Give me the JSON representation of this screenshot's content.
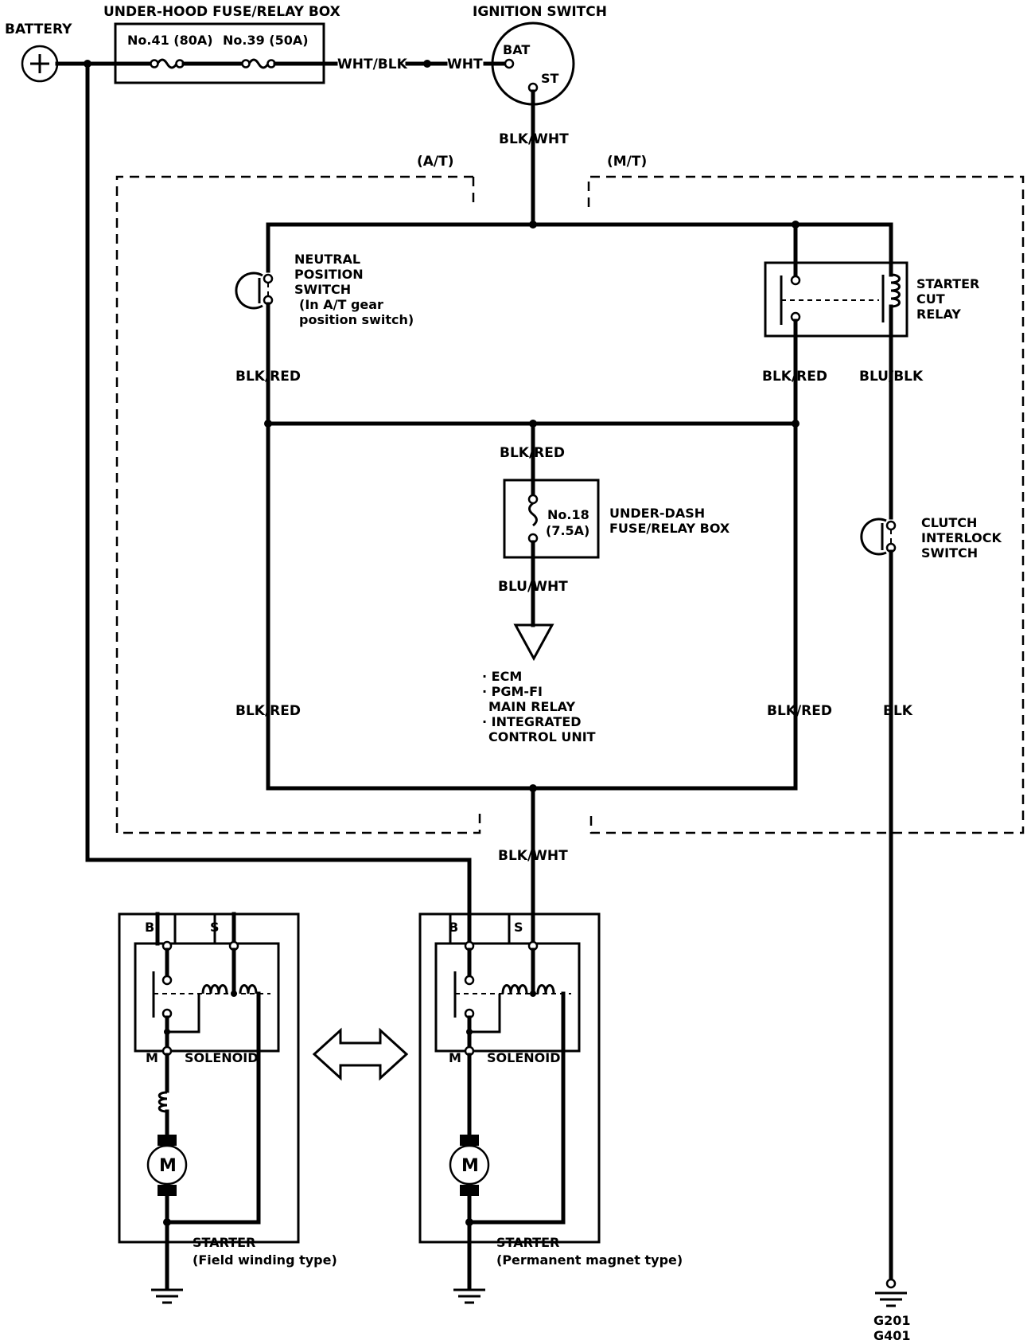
{
  "battery": {
    "label": "BATTERY"
  },
  "underhood_box": {
    "title": "UNDER-HOOD FUSE/RELAY BOX",
    "fuse1": "No.41 (80A)",
    "fuse2": "No.39 (50A)"
  },
  "wires": {
    "wht_blk": "WHT/BLK",
    "wht": "WHT",
    "blk_wht_top": "BLK/WHT",
    "blk_wht_bottom": "BLK/WHT",
    "blk_red_nps": "BLK/RED",
    "blk_red_relay": "BLK/RED",
    "blu_blk": "BLU/BLK",
    "blk_red_fuse": "BLK/RED",
    "blu_wht": "BLU/WHT",
    "blk_red_left": "BLK/RED",
    "blk_red_right": "BLK/RED",
    "blk": "BLK"
  },
  "ignition": {
    "title": "IGNITION SWITCH",
    "bat": "BAT",
    "st": "ST"
  },
  "regions": {
    "at": "(A/T)",
    "mt": "(M/T)"
  },
  "neutral_switch": {
    "line1": "NEUTRAL",
    "line2": "POSITION",
    "line3": "SWITCH",
    "line4": "(In A/T gear",
    "line5": "position switch)"
  },
  "starter_cut_relay": {
    "line1": "STARTER",
    "line2": "CUT",
    "line3": "RELAY"
  },
  "underdash": {
    "fuse_line1": "No.18",
    "fuse_line2": "(7.5A)",
    "title_line1": "UNDER-DASH",
    "title_line2": "FUSE/RELAY BOX"
  },
  "destinations": {
    "line1": "· ECM",
    "line2": "· PGM-FI",
    "line3": "MAIN RELAY",
    "line4": "· INTEGRATED",
    "line5": "CONTROL UNIT"
  },
  "clutch_switch": {
    "line1": "CLUTCH",
    "line2": "INTERLOCK",
    "line3": "SWITCH"
  },
  "starter_field": {
    "b": "B",
    "s": "S",
    "m": "M",
    "solenoid": "SOLENOID",
    "motor": "M",
    "title": "STARTER",
    "subtitle": "(Field winding type)"
  },
  "starter_pm": {
    "b": "B",
    "s": "S",
    "m": "M",
    "solenoid": "SOLENOID",
    "motor": "M",
    "title": "STARTER",
    "subtitle": "(Permanent magnet type)"
  },
  "ground": {
    "line1": "G201",
    "line2": "G401"
  }
}
